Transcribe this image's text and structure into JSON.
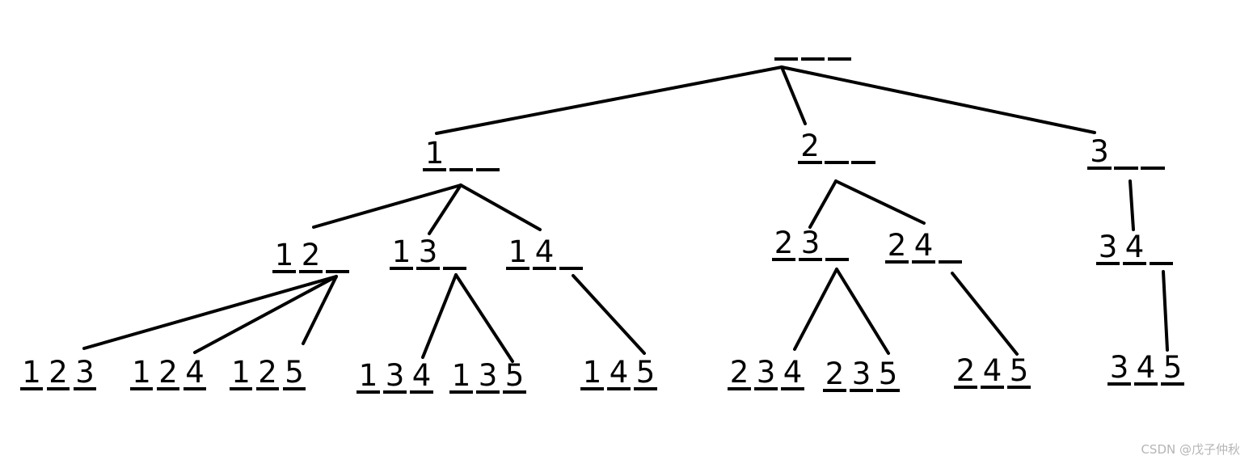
{
  "slot_count": 3,
  "tree": {
    "digits": [],
    "children": [
      {
        "digits": [
          "1"
        ],
        "children": [
          {
            "digits": [
              "1",
              "2"
            ],
            "children": [
              {
                "digits": [
                  "1",
                  "2",
                  "3"
                ],
                "children": []
              },
              {
                "digits": [
                  "1",
                  "2",
                  "4"
                ],
                "children": []
              },
              {
                "digits": [
                  "1",
                  "2",
                  "5"
                ],
                "children": []
              }
            ]
          },
          {
            "digits": [
              "1",
              "3"
            ],
            "children": [
              {
                "digits": [
                  "1",
                  "3",
                  "4"
                ],
                "children": []
              },
              {
                "digits": [
                  "1",
                  "3",
                  "5"
                ],
                "children": []
              }
            ]
          },
          {
            "digits": [
              "1",
              "4"
            ],
            "children": [
              {
                "digits": [
                  "1",
                  "4",
                  "5"
                ],
                "children": []
              }
            ]
          }
        ]
      },
      {
        "digits": [
          "2"
        ],
        "children": [
          {
            "digits": [
              "2",
              "3"
            ],
            "children": [
              {
                "digits": [
                  "2",
                  "3",
                  "4"
                ],
                "children": []
              },
              {
                "digits": [
                  "2",
                  "3",
                  "5"
                ],
                "children": []
              }
            ]
          },
          {
            "digits": [
              "2",
              "4"
            ],
            "children": [
              {
                "digits": [
                  "2",
                  "4",
                  "5"
                ],
                "children": []
              }
            ]
          }
        ]
      },
      {
        "digits": [
          "3"
        ],
        "children": [
          {
            "digits": [
              "3",
              "4"
            ],
            "children": [
              {
                "digits": [
                  "3",
                  "4",
                  "5"
                ],
                "children": []
              }
            ]
          }
        ]
      }
    ]
  },
  "watermark": "CSDN @戊子仲秋"
}
